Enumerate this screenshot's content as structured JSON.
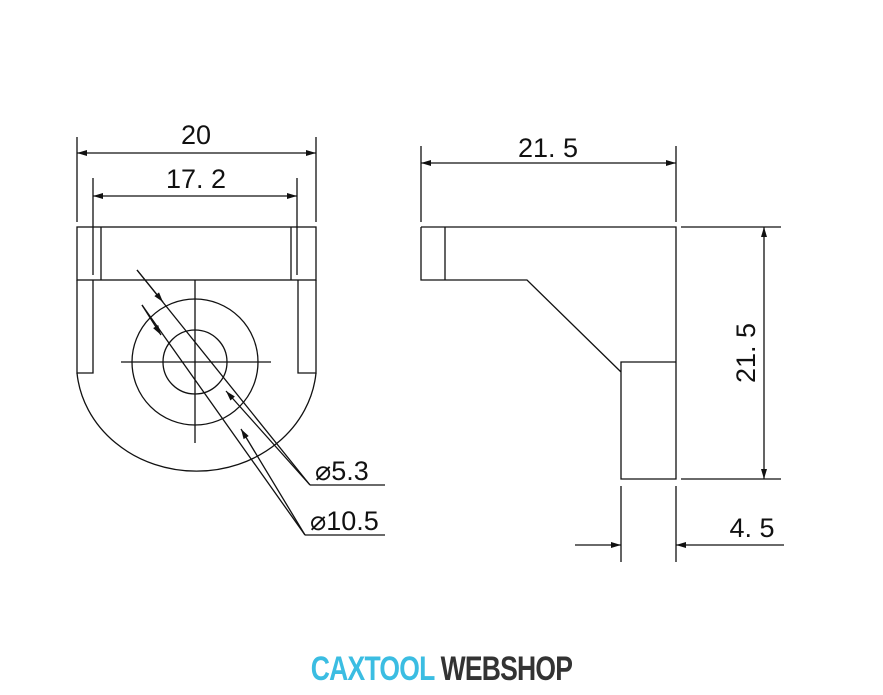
{
  "dimensions": {
    "front_width": "20",
    "front_inner_width": "17. 2",
    "hole_inner_diameter": "⌀5.3",
    "hole_outer_diameter": "⌀10.5",
    "side_width": "21. 5",
    "side_height": "21. 5",
    "side_thickness": "4. 5"
  },
  "logo": {
    "part1": "CAXTOOL",
    "part2": "WEBSHOP",
    "color1": "#3bbde2",
    "color2": "#333333"
  }
}
